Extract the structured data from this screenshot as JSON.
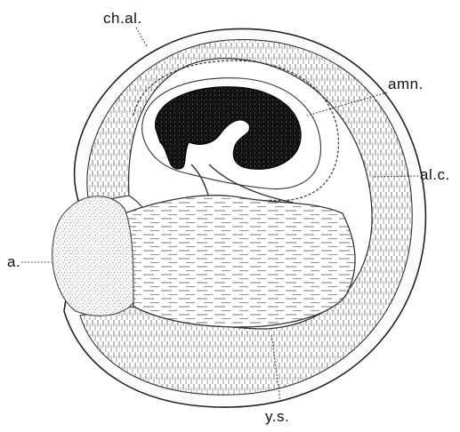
{
  "figure": {
    "labels": {
      "chorio_allantois": "ch.al.",
      "amnion": "amn.",
      "allantoic_cavity": "al.c.",
      "albumen": "a.",
      "yolk_sac": "y.s."
    }
  }
}
